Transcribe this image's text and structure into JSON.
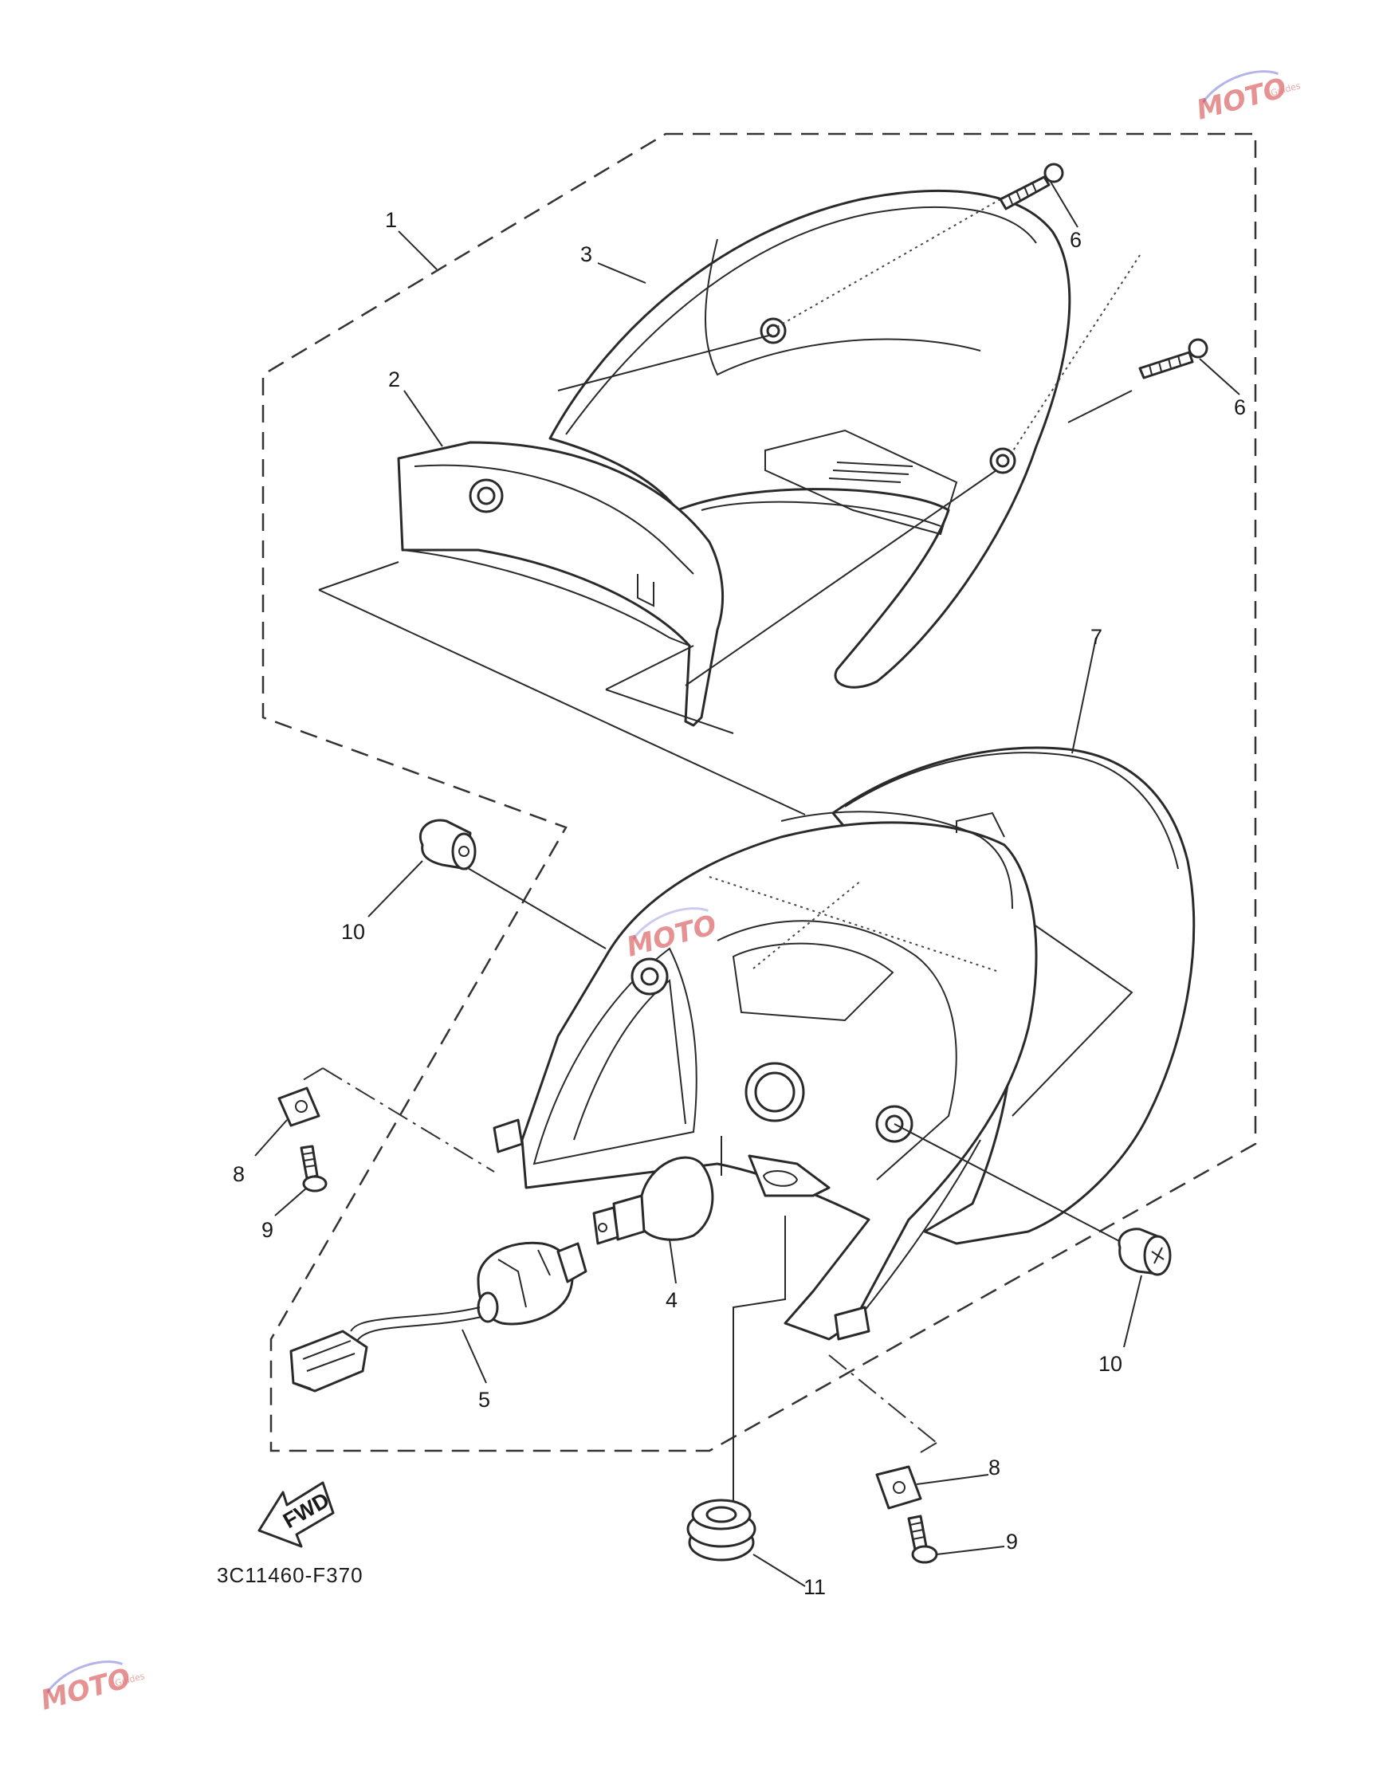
{
  "diagram": {
    "code": "3C11460-F370",
    "fwd_label": "FWD",
    "callouts": [
      {
        "id": "c1",
        "text": "1"
      },
      {
        "id": "c2",
        "text": "2"
      },
      {
        "id": "c3",
        "text": "3"
      },
      {
        "id": "c4",
        "text": "4"
      },
      {
        "id": "c5",
        "text": "5"
      },
      {
        "id": "c6a",
        "text": "6"
      },
      {
        "id": "c6b",
        "text": "6"
      },
      {
        "id": "c7",
        "text": "7"
      },
      {
        "id": "c8a",
        "text": "8"
      },
      {
        "id": "c8b",
        "text": "8"
      },
      {
        "id": "c9a",
        "text": "9"
      },
      {
        "id": "c9b",
        "text": "9"
      },
      {
        "id": "c10a",
        "text": "10"
      },
      {
        "id": "c10b",
        "text": "10"
      },
      {
        "id": "c11",
        "text": "11"
      }
    ]
  },
  "watermark": {
    "brand": "MOTO",
    "tagline": "Guides"
  },
  "colors": {
    "line": "#2a2a2a",
    "watermark": "#d23a3a"
  }
}
